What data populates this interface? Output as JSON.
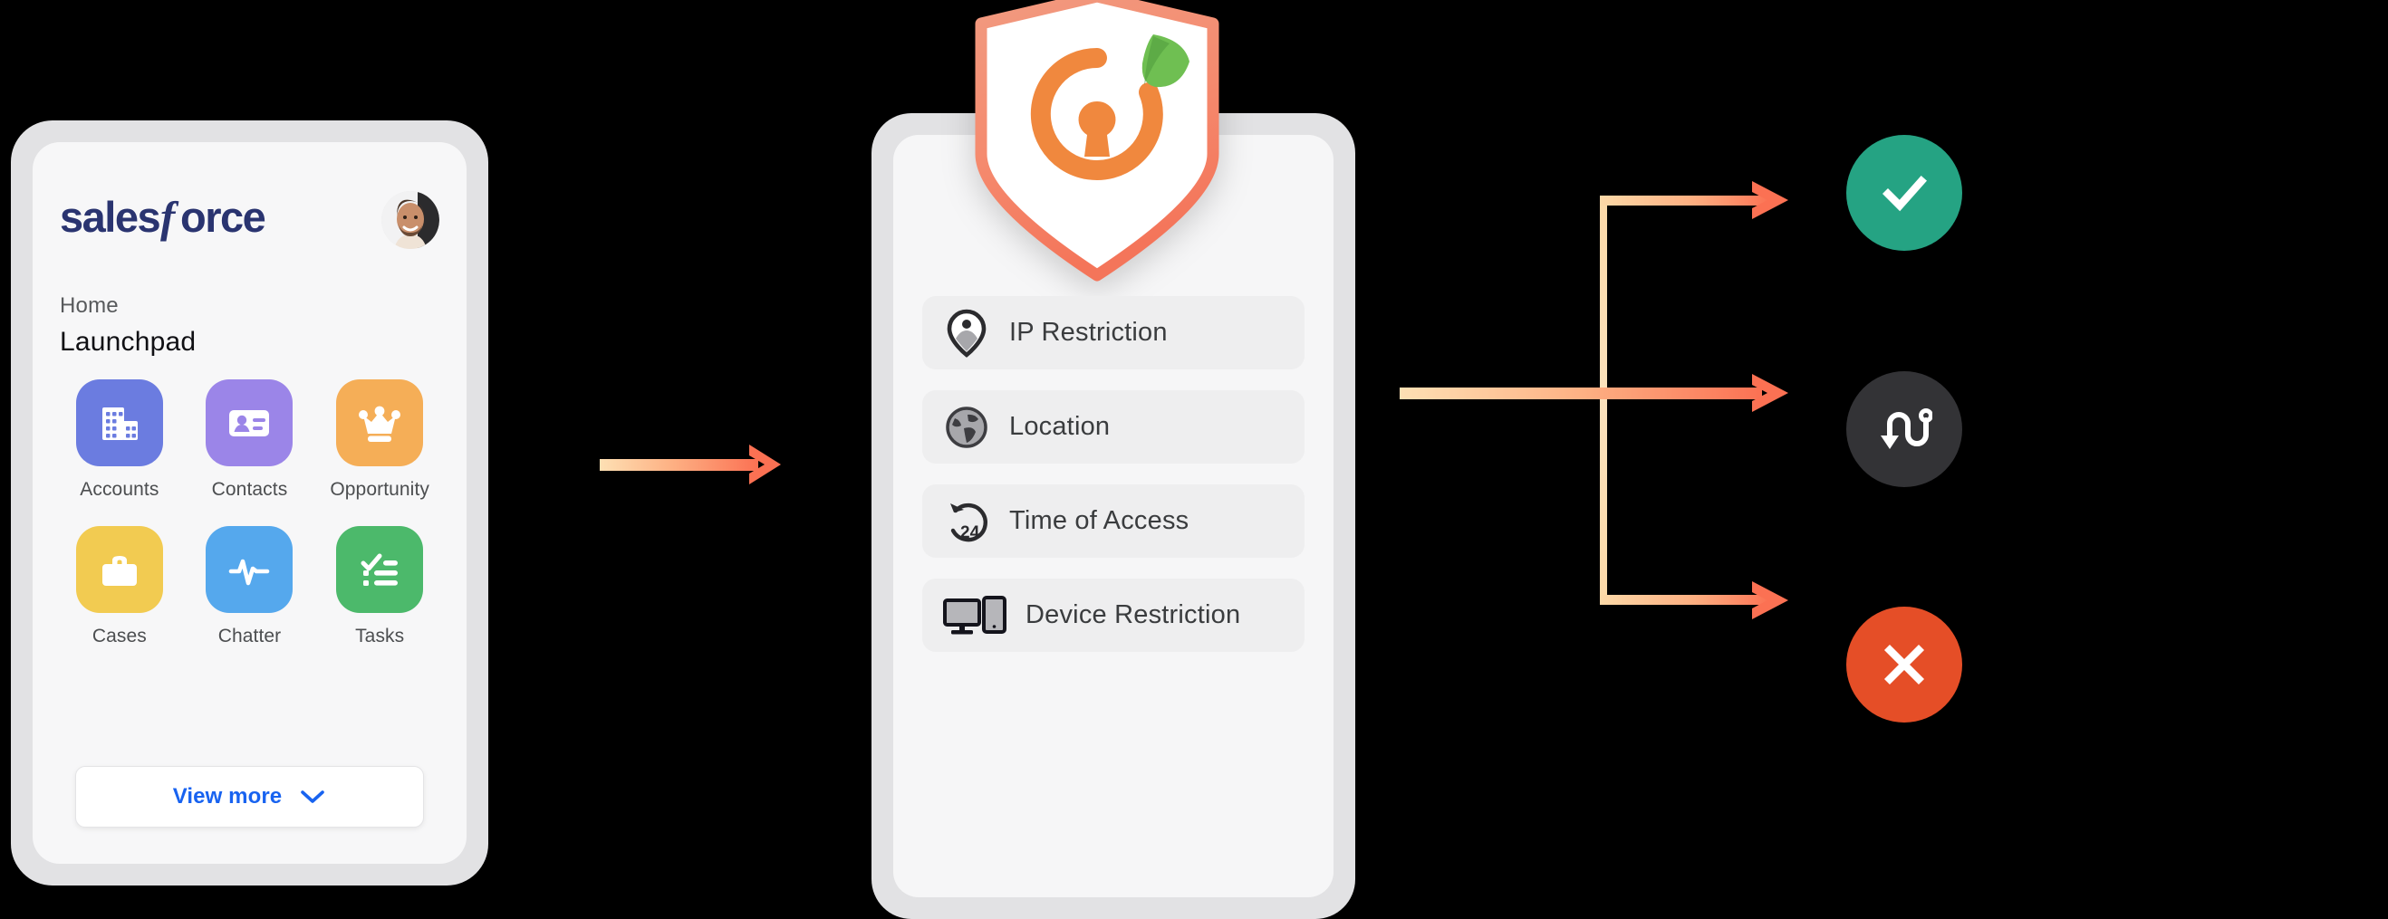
{
  "salesforce": {
    "brand": "salesforce",
    "breadcrumb": "Home",
    "title": "Launchpad",
    "avatar_name": "user-avatar",
    "apps": [
      {
        "label": "Accounts",
        "icon": "building-icon",
        "color": "#6b7ce0"
      },
      {
        "label": "Contacts",
        "icon": "contact-card-icon",
        "color": "#9b85e8"
      },
      {
        "label": "Opportunity",
        "icon": "crown-icon",
        "color": "#f5ae57"
      },
      {
        "label": "Cases",
        "icon": "briefcase-icon",
        "color": "#f2cb51"
      },
      {
        "label": "Chatter",
        "icon": "pulse-icon",
        "color": "#55a8ed"
      },
      {
        "label": "Tasks",
        "icon": "checklist-icon",
        "color": "#4cb96b"
      }
    ],
    "view_more_label": "View more",
    "view_more_icon": "chevron-down-icon",
    "view_more_color": "#1863f0"
  },
  "policy_card": {
    "logo_icon": "security-shield-logo",
    "logo_colors": {
      "shield": "#f4836a",
      "ring": "#f0883e",
      "leaf": "#6fbf52"
    },
    "items": [
      {
        "label": "IP Restriction",
        "icon": "location-pin-person-icon"
      },
      {
        "label": "Location",
        "icon": "globe-icon"
      },
      {
        "label": "Time of Access",
        "icon": "clock-24-icon"
      },
      {
        "label": "Device Restriction",
        "icon": "monitor-tablet-icon"
      }
    ]
  },
  "flow": {
    "arrow_gradient_start": "#fbd7a4",
    "arrow_gradient_end": "#fb7153",
    "arrow_in_name": "arrow-salesforce-to-policy",
    "branch_name": "policy-decision-branch"
  },
  "outcomes": [
    {
      "name": "allow",
      "icon": "check-icon",
      "color": "#25a383"
    },
    {
      "name": "step-up-auth",
      "icon": "transfer-icon",
      "color": "#333336"
    },
    {
      "name": "deny",
      "icon": "close-x-icon",
      "color": "#e54e27"
    }
  ]
}
